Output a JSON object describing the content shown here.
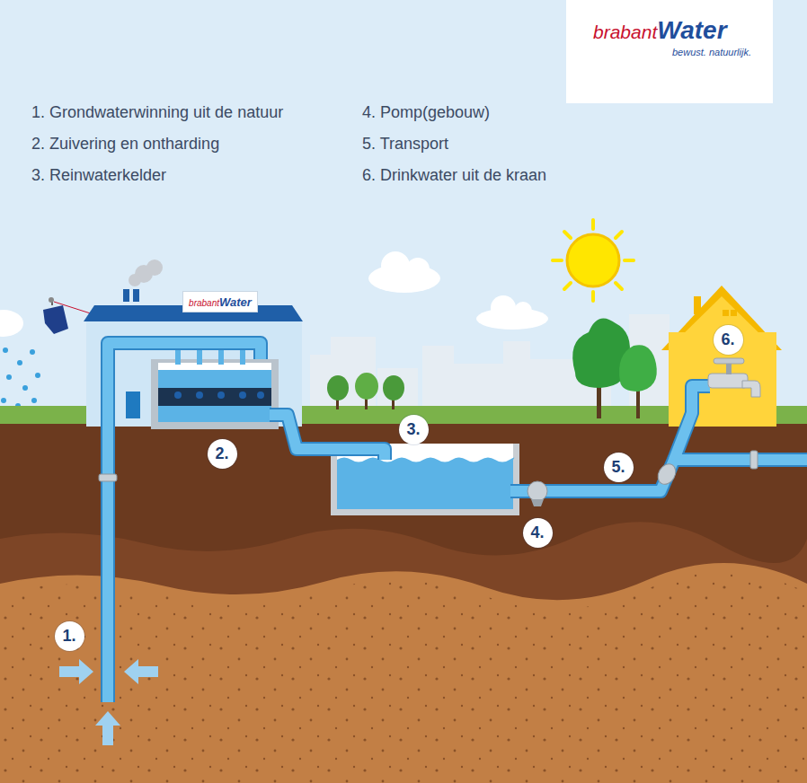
{
  "diagram": {
    "nodes": [
      {
        "text": [
          "brabant",
          "Water",
          "bewust. natuurlijk."
        ]
      },
      {
        "text": [
          "brabant",
          "Water"
        ]
      },
      {
        "text": [
          "6."
        ]
      },
      {
        "text": [
          "3."
        ]
      },
      {
        "text": [
          "2."
        ]
      },
      {
        "text": [
          "5."
        ]
      },
      {
        "text": [
          "4."
        ]
      },
      {
        "text": [
          "1."
        ]
      }
    ],
    "labels": [
      "1. Grondwaterwinning uit de natuur",
      "2. Zuivering en ontharding",
      "3. Reinwaterkelder",
      "4. Pomp(gebouw)",
      "5. Transport",
      "6. Drinkwater uit de kraan"
    ]
  }
}
